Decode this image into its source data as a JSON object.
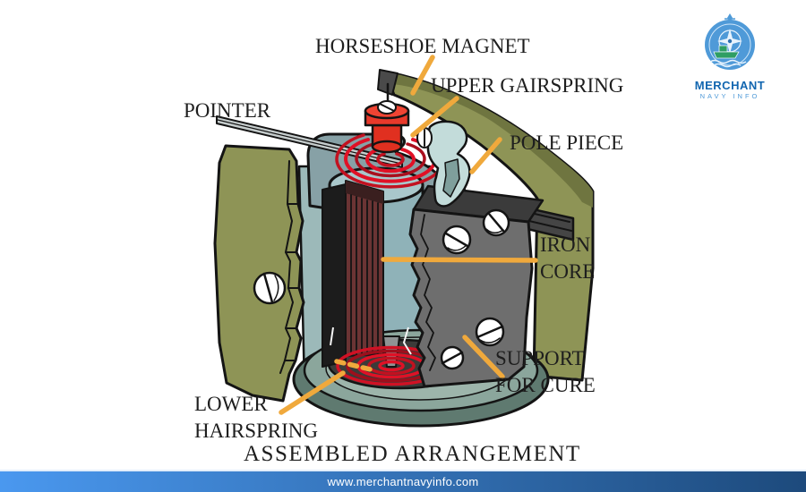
{
  "labels": {
    "horseshoe_magnet": "HORSESHOE MAGNET",
    "upper_hairspring": "UPPER GAIRSPRING",
    "pointer": "POINTER",
    "pole_piece": "POLE PIECE",
    "iron_core": "IRON CORE",
    "support_for_cure": "SUPPORT FOR CURE",
    "lower_hairspring": "LOWER HAIRSPRING",
    "caption": "ASSEMBLED ARRANGEMENT"
  },
  "logo": {
    "title": "MERCHANT",
    "subtitle": "NAVY INFO"
  },
  "footer": {
    "url": "www.merchantnavyinfo.com"
  },
  "icons": {
    "logo_badge": "ship-compass-badge-icon",
    "screw": "slotted-screw-icon"
  },
  "colors": {
    "leader_line": "#f0a93c",
    "label_text": "#1e1e1e",
    "magnet_olive": "#8e9456",
    "magnet_olive_dark": "#6f7540",
    "steel_teal": "#8fb2b8",
    "steel_teal_light": "#a9c7cb",
    "pale_teal": "#c3dcda",
    "bracket_gray": "#87a1a6",
    "plate_gray": "#6e6e6e",
    "coil_maroon": "#6b3434",
    "spring_red": "#d81125",
    "cap_red": "#e8392b",
    "base_teal": "#8ba69c",
    "footer_start": "#4a98ef",
    "footer_end": "#1d4a7c",
    "logo_blue": "#4f9ad8",
    "logo_text": "#1266b0"
  }
}
